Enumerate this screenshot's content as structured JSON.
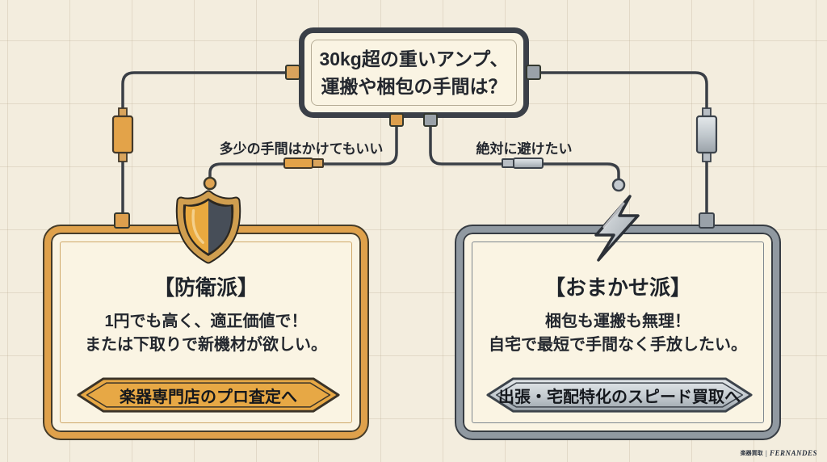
{
  "colors": {
    "background": "#F3EDDE",
    "wire": "#3A3F46",
    "orange_accent": "#E3A349",
    "silver_accent": "#AEB5BB",
    "panel_fill": "#FAF4E3",
    "dark_outline": "#3B4048",
    "text": "#23272E"
  },
  "question_box": {
    "line1": "30kg超の重いアンプ、",
    "line2": "運搬や梱包の手間は？"
  },
  "branch_left": {
    "label": "多少の手間はかけてもいい"
  },
  "branch_right": {
    "label": "絶対に避けたい"
  },
  "card_left": {
    "icon": "shield",
    "title": "【防衛派】",
    "body1": "1円でも高く、適正価値で！",
    "body2": "または下取りで新機材が欲しい。",
    "cta": "楽器専門店のプロ査定へ"
  },
  "card_right": {
    "icon": "lightning-bolt",
    "title": "【おまかせ派】",
    "body1": "梱包も運搬も無理！",
    "body2": "自宅で最短で手間なく手放したい。",
    "cta": "出張・宅配特化のスピード買取へ"
  },
  "footer": {
    "brand_service": "楽器買取",
    "brand_name": "FERNANDES"
  }
}
